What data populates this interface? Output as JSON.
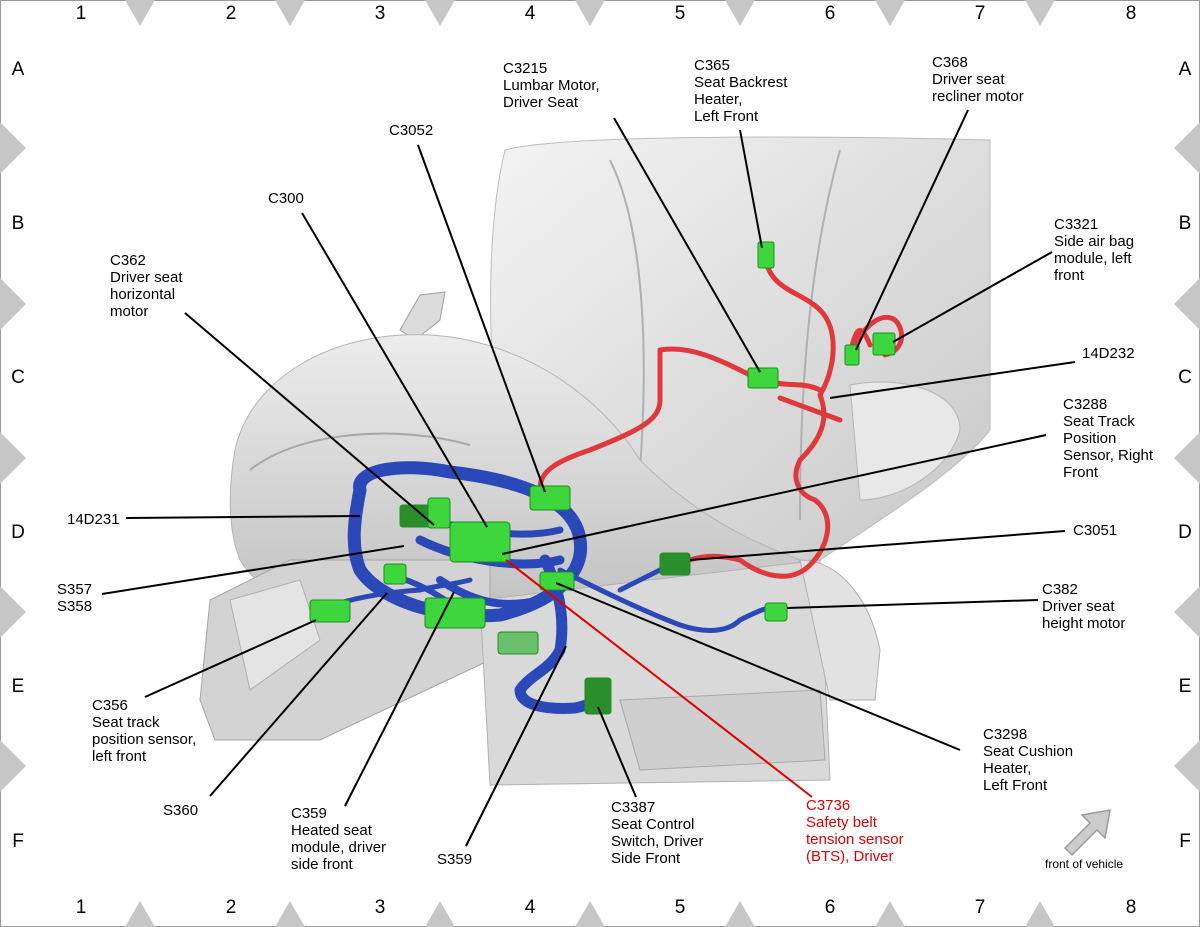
{
  "grid": {
    "columns": [
      "1",
      "2",
      "3",
      "4",
      "5",
      "6",
      "7",
      "8"
    ],
    "rows": [
      "A",
      "B",
      "C",
      "D",
      "E",
      "F"
    ]
  },
  "colors": {
    "harness_red": "#e0393b",
    "harness_blue": "#2b48b8",
    "connector_green": "#3dd63d",
    "red_callout": "#e00000",
    "border_tile": "#c6c6c6"
  },
  "labels": {
    "c3215": [
      "C3215",
      "Lumbar Motor,",
      "Driver Seat"
    ],
    "c365": [
      "C365",
      "Seat Backrest",
      "Heater,",
      "Left Front"
    ],
    "c368": [
      "C368",
      "Driver seat",
      "recliner motor"
    ],
    "c3052": [
      "C3052"
    ],
    "c300": [
      "C300"
    ],
    "c3321": [
      "C3321",
      "Side air bag",
      "module, left",
      "front"
    ],
    "c362": [
      "C362",
      "Driver seat",
      "horizontal",
      "motor"
    ],
    "14d232": [
      "14D232"
    ],
    "c3288": [
      "C3288",
      "Seat Track",
      "Position",
      "Sensor, Right",
      "Front"
    ],
    "14d231": [
      "14D231"
    ],
    "c3051": [
      "C3051"
    ],
    "s357": [
      "S357",
      "S358"
    ],
    "c382": [
      "C382",
      "Driver seat",
      "height motor"
    ],
    "c356": [
      "C356",
      "Seat track",
      "position sensor,",
      "left front"
    ],
    "c3298": [
      "C3298",
      "Seat Cushion",
      "Heater,",
      "Left Front"
    ],
    "s360": [
      "S360"
    ],
    "c359": [
      "C359",
      "Heated seat",
      "module, driver",
      "side front"
    ],
    "s359": [
      "S359"
    ],
    "c3387": [
      "C3387",
      "Seat Control",
      "Switch, Driver",
      "Side Front"
    ],
    "c3736": [
      "C3736",
      "Safety belt",
      "tension sensor",
      "(BTS), Driver"
    ]
  },
  "front_of_vehicle": "front of vehicle"
}
